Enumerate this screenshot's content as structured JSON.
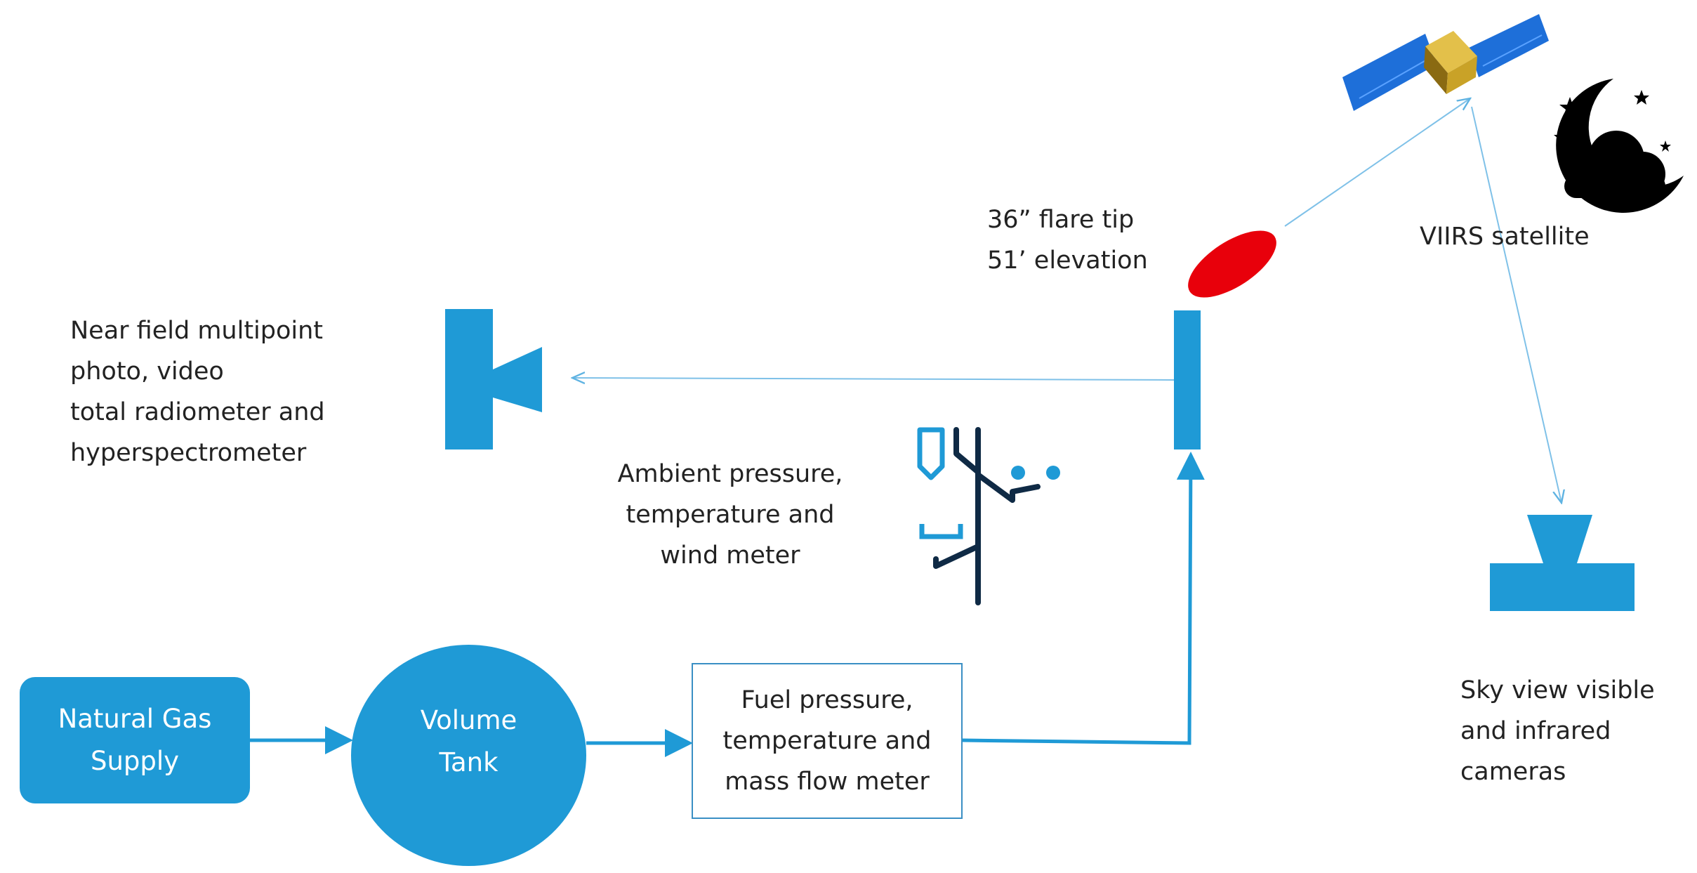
{
  "nodes": {
    "supply": {
      "lines": [
        "Natural Gas",
        "Supply"
      ]
    },
    "tank": {
      "lines": [
        "Volume",
        "Tank"
      ]
    },
    "meter": {
      "lines": [
        "Fuel pressure,",
        "temperature and",
        "mass flow meter"
      ]
    },
    "flare": {
      "lines": [
        "36” flare tip",
        "51’ elevation"
      ]
    },
    "near": {
      "lines": [
        "Near field multipoint",
        "photo, video",
        "total radiometer and",
        "hyperspectrometer"
      ]
    },
    "ambient": {
      "lines": [
        "Ambient pressure,",
        "temperature and",
        "wind meter"
      ]
    },
    "satellite": {
      "lines": [
        "VIIRS satellite"
      ]
    },
    "sky": {
      "lines": [
        "Sky view visible",
        "and infrared",
        "cameras"
      ]
    }
  },
  "icons": [
    "satellite-icon",
    "moon-cloud-icon",
    "camera-icon",
    "weather-station-icon",
    "flare-flame-icon"
  ],
  "colors": {
    "accent": "#1f9ad6",
    "flame": "#e8000b",
    "station": "#0f2a45",
    "gold": "#c9a227"
  }
}
